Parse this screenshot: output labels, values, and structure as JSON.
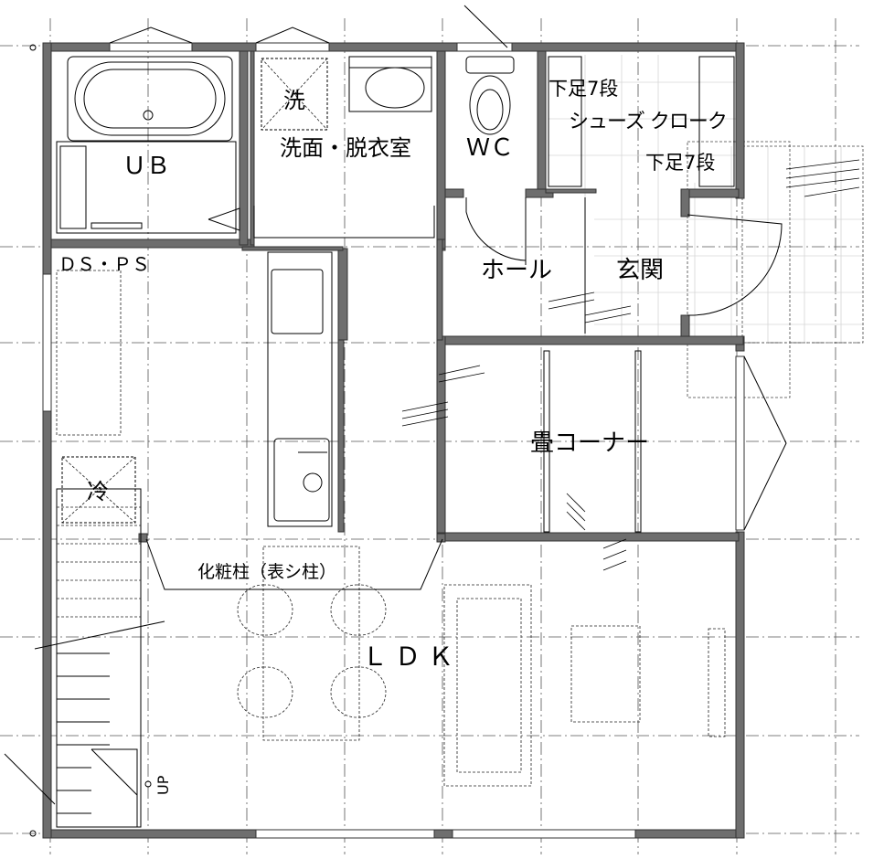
{
  "rooms": {
    "ub": "ＵＢ",
    "washroom": "洗面・脱衣室",
    "wc": "ＷＣ",
    "shoe_top": "下足7段",
    "shoe_cloak": "シューズ クローク",
    "shoe_bottom": "下足7段",
    "ds_ps": "ＤＳ・ＰＳ",
    "hall": "ホール",
    "entrance": "玄関",
    "tatami": "畳コーナー",
    "ldk": "ＬＤＫ"
  },
  "labels": {
    "washer": "洗",
    "fridge": "冷",
    "pillar_note": "化粧柱（表シ柱）",
    "stairs_up": "UP"
  }
}
